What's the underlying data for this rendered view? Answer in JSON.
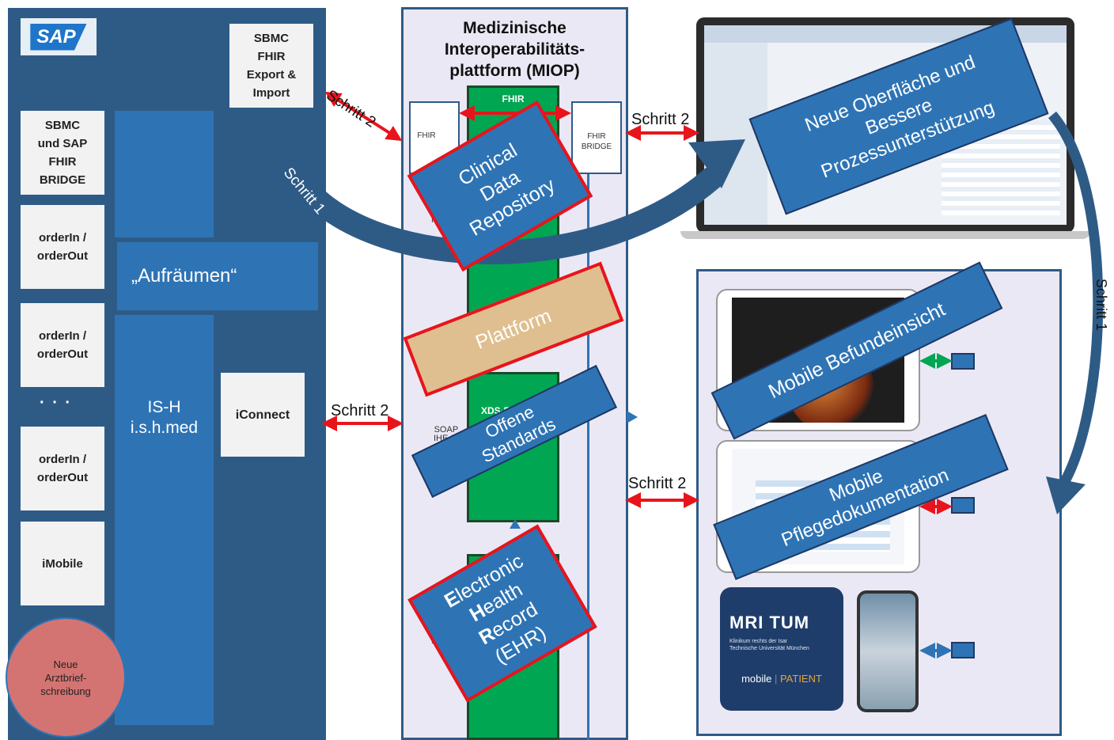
{
  "left": {
    "sap_logo": "SAP",
    "sbmc_export": "SBMC\nFHIR\nExport &\nImport",
    "sbmc_bridge": "SBMC\nund SAP\nFHIR\nBRIDGE",
    "order_1": "orderIn /\norderOut",
    "order_2": "orderIn /\norderOut",
    "dots": "· · ·",
    "order_3": "orderIn /\norderOut",
    "imobile": "iMobile",
    "aufraeumen": "„Aufräumen“",
    "ish": "IS-H\ni.s.h.med",
    "iconnect": "iConnect",
    "neue_arztbrief": "Neue\nArztbrief-\nschreibung"
  },
  "middle": {
    "title": "Medizinische\nInteroperabilitäts-\nplattform (MIOP)",
    "fhir_top": "FHIR",
    "fhir_left": "FHIR",
    "fhir_bridge_right": "FHIR\nBRIDGE",
    "ihe_left_top": "IH",
    "xds_registry": "XDS-Regis",
    "soap": "SOAP\nIHE-IT",
    "ihe_left_bottom": "IH",
    "clinical_data_repository": "Clinical\nData\nRepository",
    "plattform": "Plattform",
    "offene_standards": "Offene\nStandards",
    "ehr": [
      {
        "cap": "E",
        "rest": "lectronic"
      },
      {
        "cap": "H",
        "rest": "ealth"
      },
      {
        "cap": "R",
        "rest": "ecord"
      },
      {
        "cap": "",
        "rest": "(EHR)"
      }
    ]
  },
  "right": {
    "neue_oberflaeche": "Neue Oberfläche und\nBessere\nProzessunterstützung",
    "mobile_befund": "Mobile Befundeinsicht",
    "mobile_pflege": "Mobile\nPflegedokumentation",
    "mri_logo": "MRI TUM",
    "klinikum": "Klinikum rechts der Isar\nTechnische Universität München",
    "mobile_patient_a": "mobile",
    "mobile_patient_b": "PATIENT"
  },
  "steps": {
    "schritt2_top_left": "Schritt 2",
    "schritt2_top_right": "Schritt 2",
    "schritt2_mid_left": "Schritt 2",
    "schritt2_mid_right": "Schritt 2",
    "schritt1_curve": "Schritt 1",
    "schritt1_right": "Schritt 1"
  },
  "colors": {
    "navy": "#2e5b86",
    "blue": "#2e74b5",
    "green": "#00a651",
    "red": "#e8141c",
    "lavender": "#ebe8f5",
    "tan": "#dfbf8f",
    "salmon": "#d47472"
  }
}
